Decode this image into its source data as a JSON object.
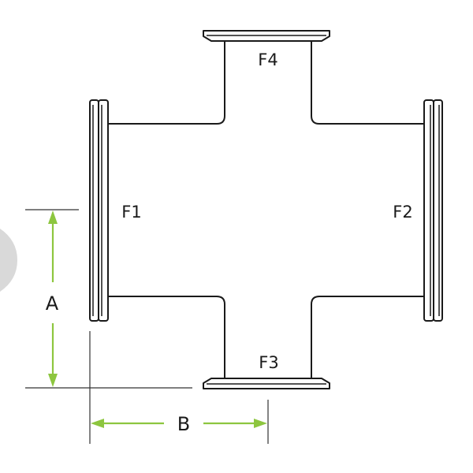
{
  "labels": {
    "f1": "F1",
    "f2": "F2",
    "f3": "F3",
    "f4": "F4"
  },
  "dimensions": {
    "a": "A",
    "b": "B"
  },
  "colors": {
    "outline": "#1a1a1a",
    "dimension_arrow": "#8dc63f",
    "extension_line": "#333333"
  }
}
